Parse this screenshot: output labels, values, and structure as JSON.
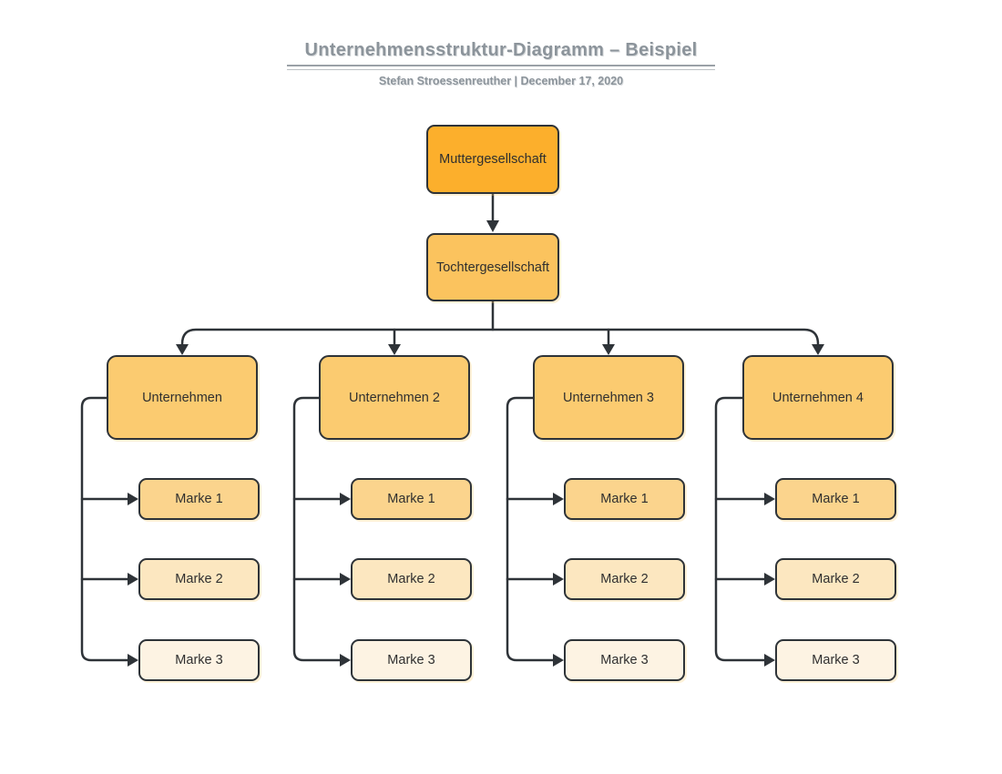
{
  "header": {
    "title": "Unternehmensstruktur-Diagramm – Beispiel",
    "subtitle": "Stefan Stroessenreuther | December 17, 2020"
  },
  "diagram": {
    "root": {
      "label": "Muttergesellschaft"
    },
    "subsidiary": {
      "label": "Tochtergesellschaft"
    },
    "companies": [
      {
        "label": "Unternehmen",
        "brands": [
          "Marke 1",
          "Marke 2",
          "Marke 3"
        ]
      },
      {
        "label": "Unternehmen 2",
        "brands": [
          "Marke 1",
          "Marke 2",
          "Marke 3"
        ]
      },
      {
        "label": "Unternehmen 3",
        "brands": [
          "Marke 1",
          "Marke 2",
          "Marke 3"
        ]
      },
      {
        "label": "Unternehmen 4",
        "brands": [
          "Marke 1",
          "Marke 2",
          "Marke 3"
        ]
      }
    ]
  },
  "colors": {
    "root_fill": "#FCAF2C",
    "subsidiary_fill": "#FBC35E",
    "company_fill": "#FBCB70",
    "brand1_fill": "#FBD48D",
    "brand2_fill": "#FCE7C0",
    "brand3_fill": "#FDF3E3",
    "connector": "#2E3338",
    "box_border": "#2E3338",
    "box_text": "#2F2F2F",
    "title_text": "#8C949B"
  }
}
